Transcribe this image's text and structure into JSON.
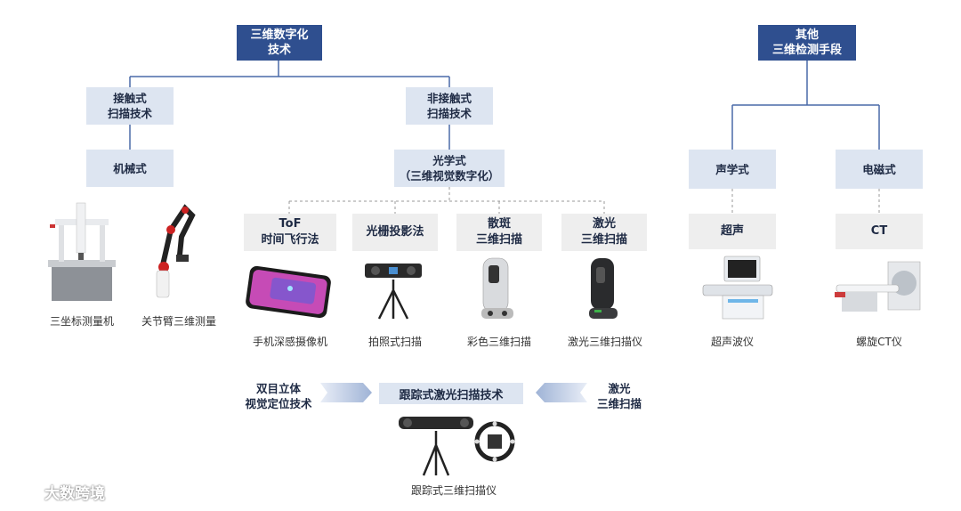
{
  "root": {
    "label": "三维数字化\n技术"
  },
  "other": {
    "label": "其他\n三维检测手段"
  },
  "contact": {
    "label": "接触式\n扫描技术"
  },
  "noncontact": {
    "label": "非接触式\n扫描技术"
  },
  "mechanical": {
    "label": "机械式"
  },
  "optical": {
    "label": "光学式\n（三维视觉数字化）"
  },
  "acoustic": {
    "label": "声学式"
  },
  "em": {
    "label": "电磁式"
  },
  "methods": [
    {
      "label": "ToF\n时间飞行法",
      "caption": "手机深感摄像机",
      "icon": "phone-depth-camera"
    },
    {
      "label": "光栅投影法",
      "caption": "拍照式扫描",
      "icon": "photo-scanner-tripod"
    },
    {
      "label": "散斑\n三维扫描",
      "caption": "彩色三维扫描",
      "icon": "color-3d-scanner"
    },
    {
      "label": "激光\n三维扫描",
      "caption": "激光三维扫描仪",
      "icon": "laser-3d-scanner"
    }
  ],
  "other_methods": [
    {
      "label": "超声",
      "caption": "超声波仪",
      "icon": "ultrasound-machine"
    },
    {
      "label": "CT",
      "caption": "螺旋CT仪",
      "icon": "ct-scanner"
    }
  ],
  "mechanical_devices": [
    {
      "caption": "三坐标测量机",
      "icon": "cmm-machine"
    },
    {
      "caption": "关节臂三维测量",
      "icon": "articulated-arm"
    }
  ],
  "tracking": {
    "label": "跟踪式激光扫描技术",
    "left_label": "双目立体\n视觉定位技术",
    "right_label": "激光\n三维扫描",
    "caption": "跟踪式三维扫描仪",
    "icon": "tracking-scanner"
  },
  "watermark": {
    "text": "大数跨境",
    "icon": "watermark-logo"
  },
  "colors": {
    "dark_box": "#2f4f8f",
    "light_box": "#dde5f1",
    "grey_box": "#eeeeee",
    "connector": "#4a6aa8"
  }
}
